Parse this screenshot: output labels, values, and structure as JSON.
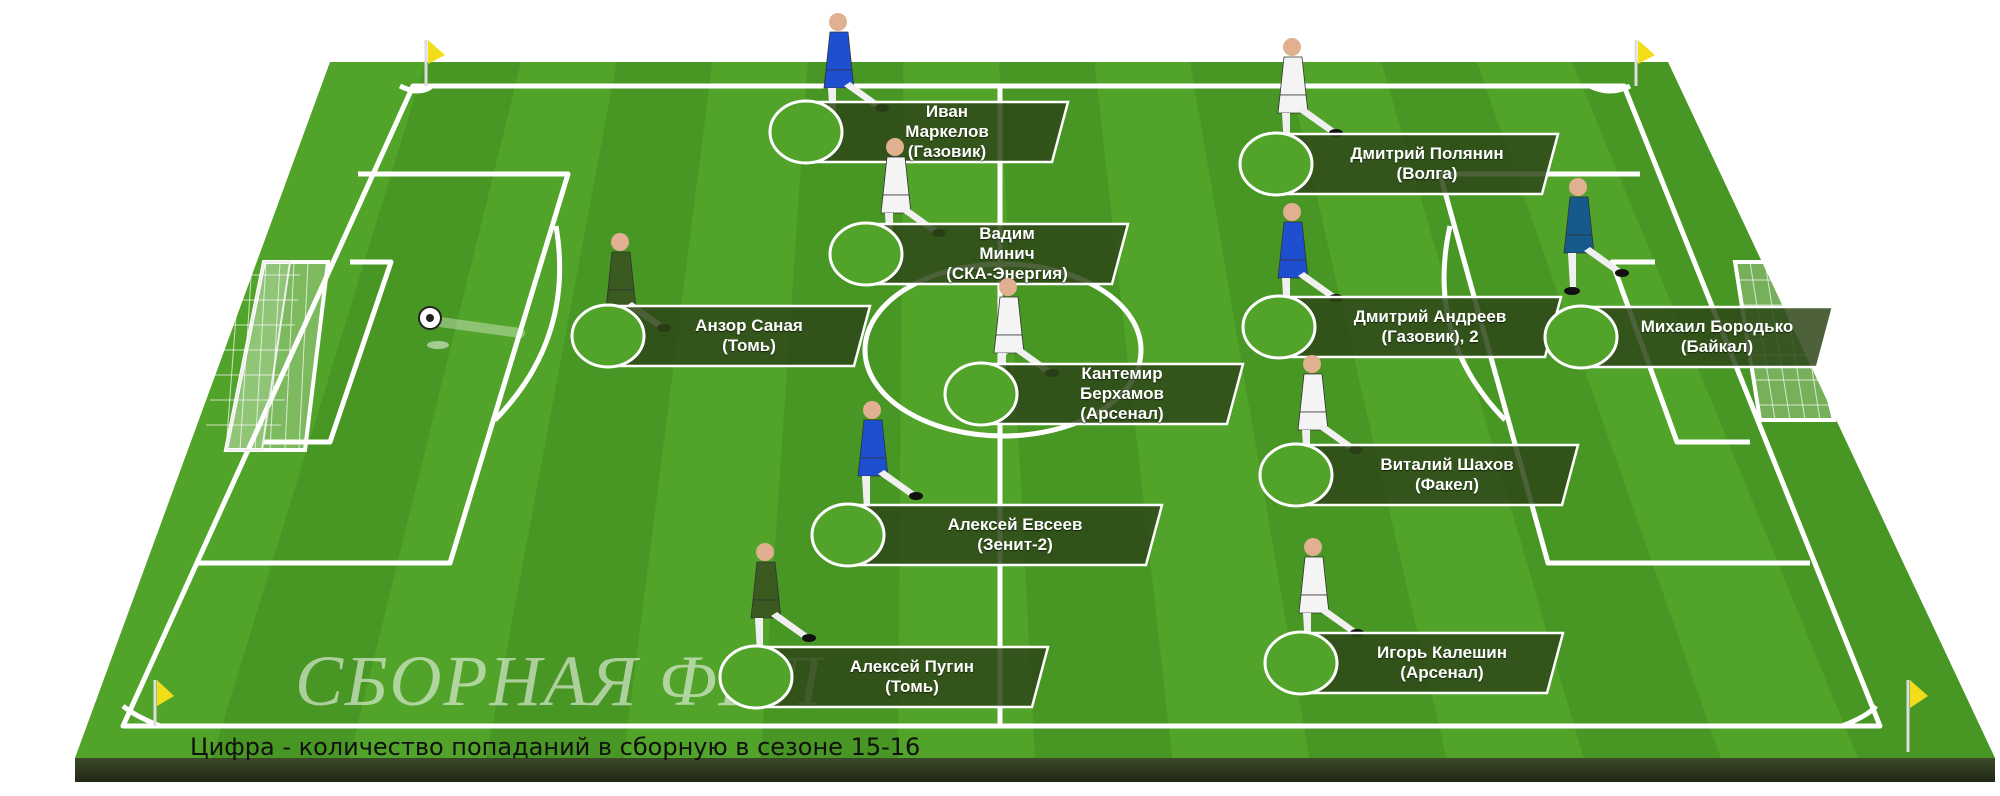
{
  "watermark": "СБОРНАЯ ФНЛ",
  "caption": "Цифра - количество попаданий в сборную в сезоне 15-16",
  "colors": {
    "pitch_light": "#5fb232",
    "pitch_dark": "#3f8d1e",
    "line": "#ffffff",
    "plate": "#2e4618",
    "flag": "#f2dd1a",
    "kit_blue": "#1e4fd0",
    "kit_white": "#f4f4f4",
    "kit_dark_green": "#3b5a1f",
    "kit_teal": "#155a8a"
  },
  "players": [
    {
      "name": "Иван Маркелов (Газовик)",
      "lines": [
        "Иван",
        "Маркелов",
        "(Газовик)"
      ],
      "kit": "kit_blue"
    },
    {
      "name": "Вадим Минич (СКА-Энергия)",
      "lines": [
        "Вадим",
        "Минич",
        "(СКА-Энергия)"
      ],
      "kit": "kit_white"
    },
    {
      "name": "Анзор Саная (Томь)",
      "lines": [
        "Анзор Саная",
        "(Томь)"
      ],
      "kit": "kit_dark_green"
    },
    {
      "name": "Кантемир Берхамов (Арсенал)",
      "lines": [
        "Кантемир",
        "Берхамов",
        "(Арсенал)"
      ],
      "kit": "kit_white"
    },
    {
      "name": "Алексей Евсеев (Зенит-2)",
      "lines": [
        "Алексей Евсеев",
        "(Зенит-2)"
      ],
      "kit": "kit_blue"
    },
    {
      "name": "Алексей Пугин (Томь)",
      "lines": [
        "Алексей Пугин",
        "(Томь)"
      ],
      "kit": "kit_dark_green"
    },
    {
      "name": "Дмитрий Полянин (Волга)",
      "lines": [
        "Дмитрий Полянин",
        "(Волга)"
      ],
      "kit": "kit_white"
    },
    {
      "name": "Дмитрий Андреев (Газовик), 2",
      "lines": [
        "Дмитрий Андреев",
        "(Газовик), 2"
      ],
      "kit": "kit_blue"
    },
    {
      "name": "Виталий Шахов (Факел)",
      "lines": [
        "Виталий Шахов",
        "(Факел)"
      ],
      "kit": "kit_white"
    },
    {
      "name": "Игорь Калешин (Арсенал)",
      "lines": [
        "Игорь Калешин",
        "(Арсенал)"
      ],
      "kit": "kit_white"
    },
    {
      "name": "Михаил Бородько (Байкал)",
      "lines": [
        "Михаил Бородько",
        "(Байкал)"
      ],
      "kit": "kit_teal"
    }
  ]
}
